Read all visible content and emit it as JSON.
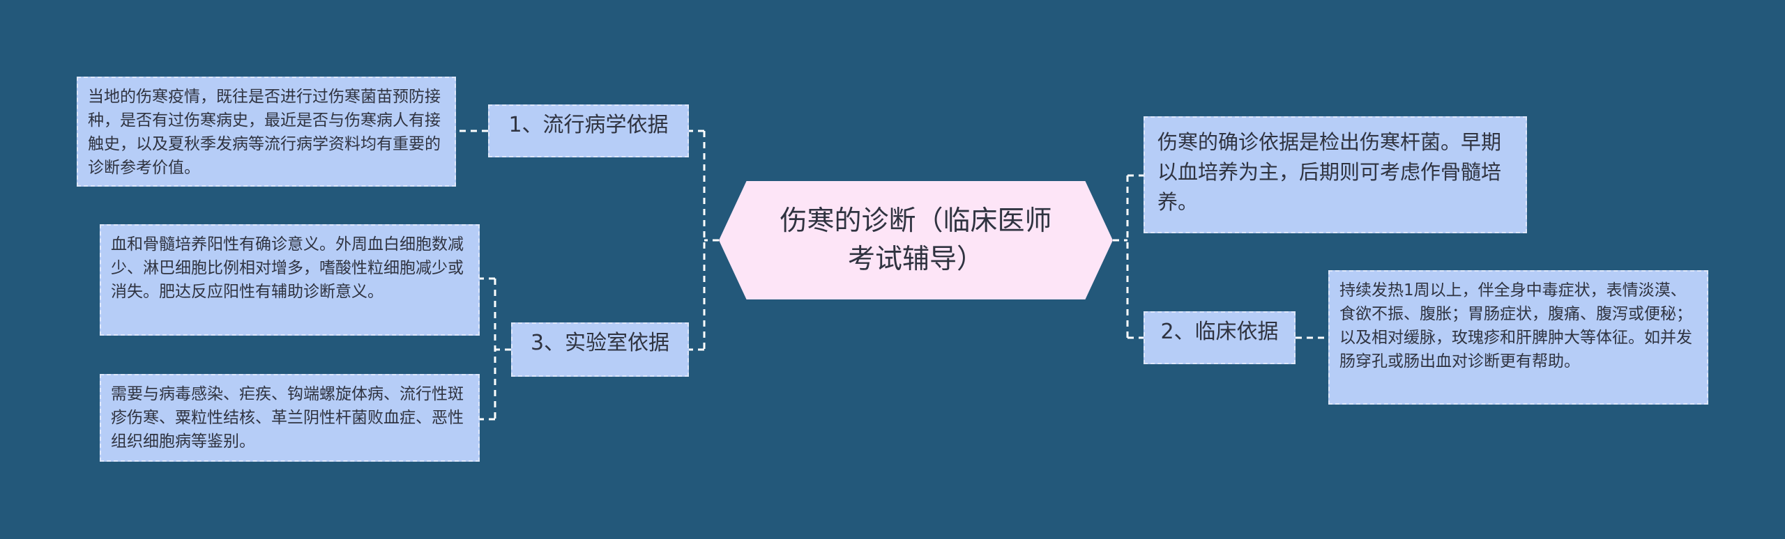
{
  "center": {
    "text": "伤寒的诊断（临床医师考试辅导）"
  },
  "branches": {
    "epidemiology": {
      "label": "1、流行病学依据",
      "leaf": "当地的伤寒疫情，既往是否进行过伤寒菌苗预防接种，是否有过伤寒病史，最近是否与伤寒病人有接触史，以及夏秋季发病等流行病学资料均有重要的诊断参考价值。"
    },
    "lab": {
      "label": "3、实验室依据",
      "leaf1": "血和骨髓培养阳性有确诊意义。外周血白细胞数减少、淋巴细胞比例相对增多，嗜酸性粒细胞减少或消失。肥达反应阳性有辅助诊断意义。",
      "leaf2": "需要与病毒感染、疟疾、钩端螺旋体病、流行性斑疹伤寒、粟粒性结核、革兰阴性杆菌败血症、恶性组织细胞病等鉴别。"
    },
    "confirm": {
      "leaf": "伤寒的确诊依据是检出伤寒杆菌。早期以血培养为主，后期则可考虑作骨髓培养。"
    },
    "clinical": {
      "label": "2、临床依据",
      "leaf": "持续发热1周以上，伴全身中毒症状，表情淡漠、食欲不振、腹胀；胃肠症状，腹痛、腹泻或便秘；以及相对缓脉，玫瑰疹和肝脾肿大等体征。如并发肠穿孔或肠出血对诊断更有帮助。"
    }
  },
  "colors": {
    "background": "#23587a",
    "node_fill": "#b6cdf7",
    "center_fill": "#fde5f7",
    "connector": "#ffffff"
  }
}
